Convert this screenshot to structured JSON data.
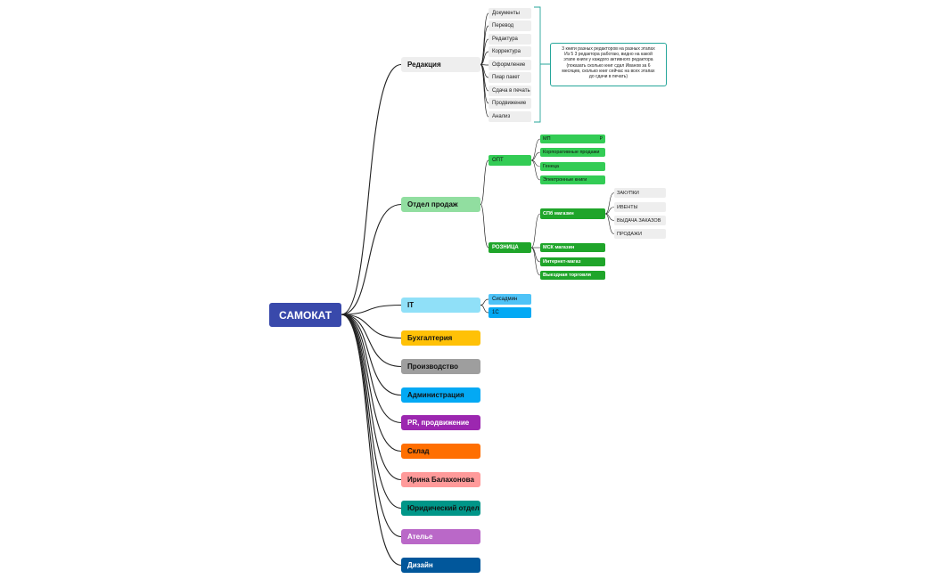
{
  "root": {
    "label": "САМОКАТ",
    "color": "#3949ab"
  },
  "branches": [
    {
      "id": "redaktsiya",
      "label": "Редакция",
      "color": "#eeeeee",
      "text": "#111111"
    },
    {
      "id": "prodazhi",
      "label": "Отдел продаж",
      "color": "#91dea0",
      "text": "#111111"
    },
    {
      "id": "it",
      "label": "IT",
      "color": "#90e0f8",
      "text": "#111111"
    },
    {
      "id": "buh",
      "label": "Бухгалтерия",
      "color": "#ffc107",
      "text": "#111111"
    },
    {
      "id": "proizv",
      "label": "Производство",
      "color": "#9e9e9e",
      "text": "#111111"
    },
    {
      "id": "admin",
      "label": "Администрация",
      "color": "#03a9f4",
      "text": "#111111"
    },
    {
      "id": "pr",
      "label": "PR, продвижение",
      "color": "#9c27b0",
      "text": "#ffffff"
    },
    {
      "id": "sklad",
      "label": "Склад",
      "color": "#ff6f00",
      "text": "#111111"
    },
    {
      "id": "irina",
      "label": "Ирина Балахонова",
      "color": "#ff9a9a",
      "text": "#111111"
    },
    {
      "id": "yur",
      "label": "Юридический отдел",
      "color": "#009688",
      "text": "#111111"
    },
    {
      "id": "atelye",
      "label": "Ателье",
      "color": "#ba68c8",
      "text": "#ffffff"
    },
    {
      "id": "dizain",
      "label": "Дизайн",
      "color": "#01579b",
      "text": "#ffffff"
    }
  ],
  "redaktsiya_children": [
    "Документы",
    "Перевод",
    "Редактура",
    "Корректура",
    "Оформление",
    "Пиар пакет",
    "Сдача в печать",
    "Продвижение",
    "Анализ"
  ],
  "redaktsiya_note": [
    "3 книги разных редакторов на разных этапах",
    "Из 5 3 редактора работаю, видно на какой",
    "этапе книги у каждого активного редактора",
    "(показать сколько книг сдал Иванов за 6",
    "месяцев, сколько книг сейчас на всех этапах",
    "до сдачи в печать)"
  ],
  "sales": {
    "opt": {
      "label": "ОПТ",
      "children": [
        {
          "label": "МП",
          "flag": "P"
        },
        {
          "label": "Корпоративные продажи"
        },
        {
          "label": "Генеца"
        },
        {
          "label": "Электронные книги"
        }
      ]
    },
    "roznitsa": {
      "label": "РОЗНИЦА",
      "children": [
        {
          "label": "СПб магазин"
        },
        {
          "label": "МСК магазин"
        },
        {
          "label": "Интернет-магаз"
        },
        {
          "label": "Выездная торговля"
        }
      ]
    },
    "spb_children": [
      "ЗАКУПКИ",
      "ИВЕНТЫ",
      "ВЫДАЧА ЗАКАЗОВ",
      "ПРОДАЖИ"
    ]
  },
  "it_children": [
    "Сисадмин",
    "1С"
  ],
  "colors": {
    "opt": "#33cc55",
    "roznitsa": "#1fa52a",
    "sub_grey": "#eeeeee",
    "it_1": "#4fc3f7",
    "it_2": "#03a9f4",
    "edge": "#222222",
    "note_border": "#26a69a"
  }
}
